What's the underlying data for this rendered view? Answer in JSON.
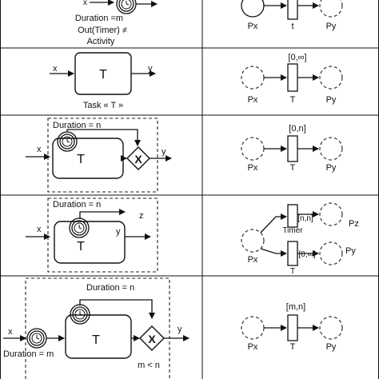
{
  "rows": [
    {
      "left": {
        "input": "x",
        "duration": "Duration =m",
        "timer_out": "Out(Timer) ≠",
        "activity": "Activity"
      },
      "right": {
        "place_in": "Px",
        "transition": "t",
        "place_out": "Py"
      }
    },
    {
      "left": {
        "input": "x",
        "task": "T",
        "output": "y",
        "caption": "Task « T »"
      },
      "right": {
        "interval": "[0,∞]",
        "place_in": "Px",
        "transition": "T",
        "place_out": "Py"
      }
    },
    {
      "left": {
        "duration": "Duration = n",
        "input": "x",
        "task": "T",
        "gateway": "X",
        "output": "y"
      },
      "right": {
        "interval": "[0,n]",
        "place_in": "Px",
        "transition": "T",
        "place_out": "Py"
      }
    },
    {
      "left": {
        "duration": "Duration = n",
        "timer_out": "z",
        "input": "x",
        "task": "T",
        "output": "y"
      },
      "right": {
        "timer_interval": "[n,n]",
        "timer_label": "Timer",
        "timer_place": "Pz",
        "place_in": "Px",
        "task_interval": "[0,∞]",
        "transition": "T",
        "place_out": "Py"
      }
    },
    {
      "left": {
        "duration_inner": "Duration = n",
        "input": "x",
        "task": "T",
        "gateway": "X",
        "output": "y",
        "duration_outer": "Duration = m",
        "condition": "m < n"
      },
      "right": {
        "interval": "[m,n]",
        "place_in": "Px",
        "transition": "T",
        "place_out": "Py"
      }
    }
  ]
}
